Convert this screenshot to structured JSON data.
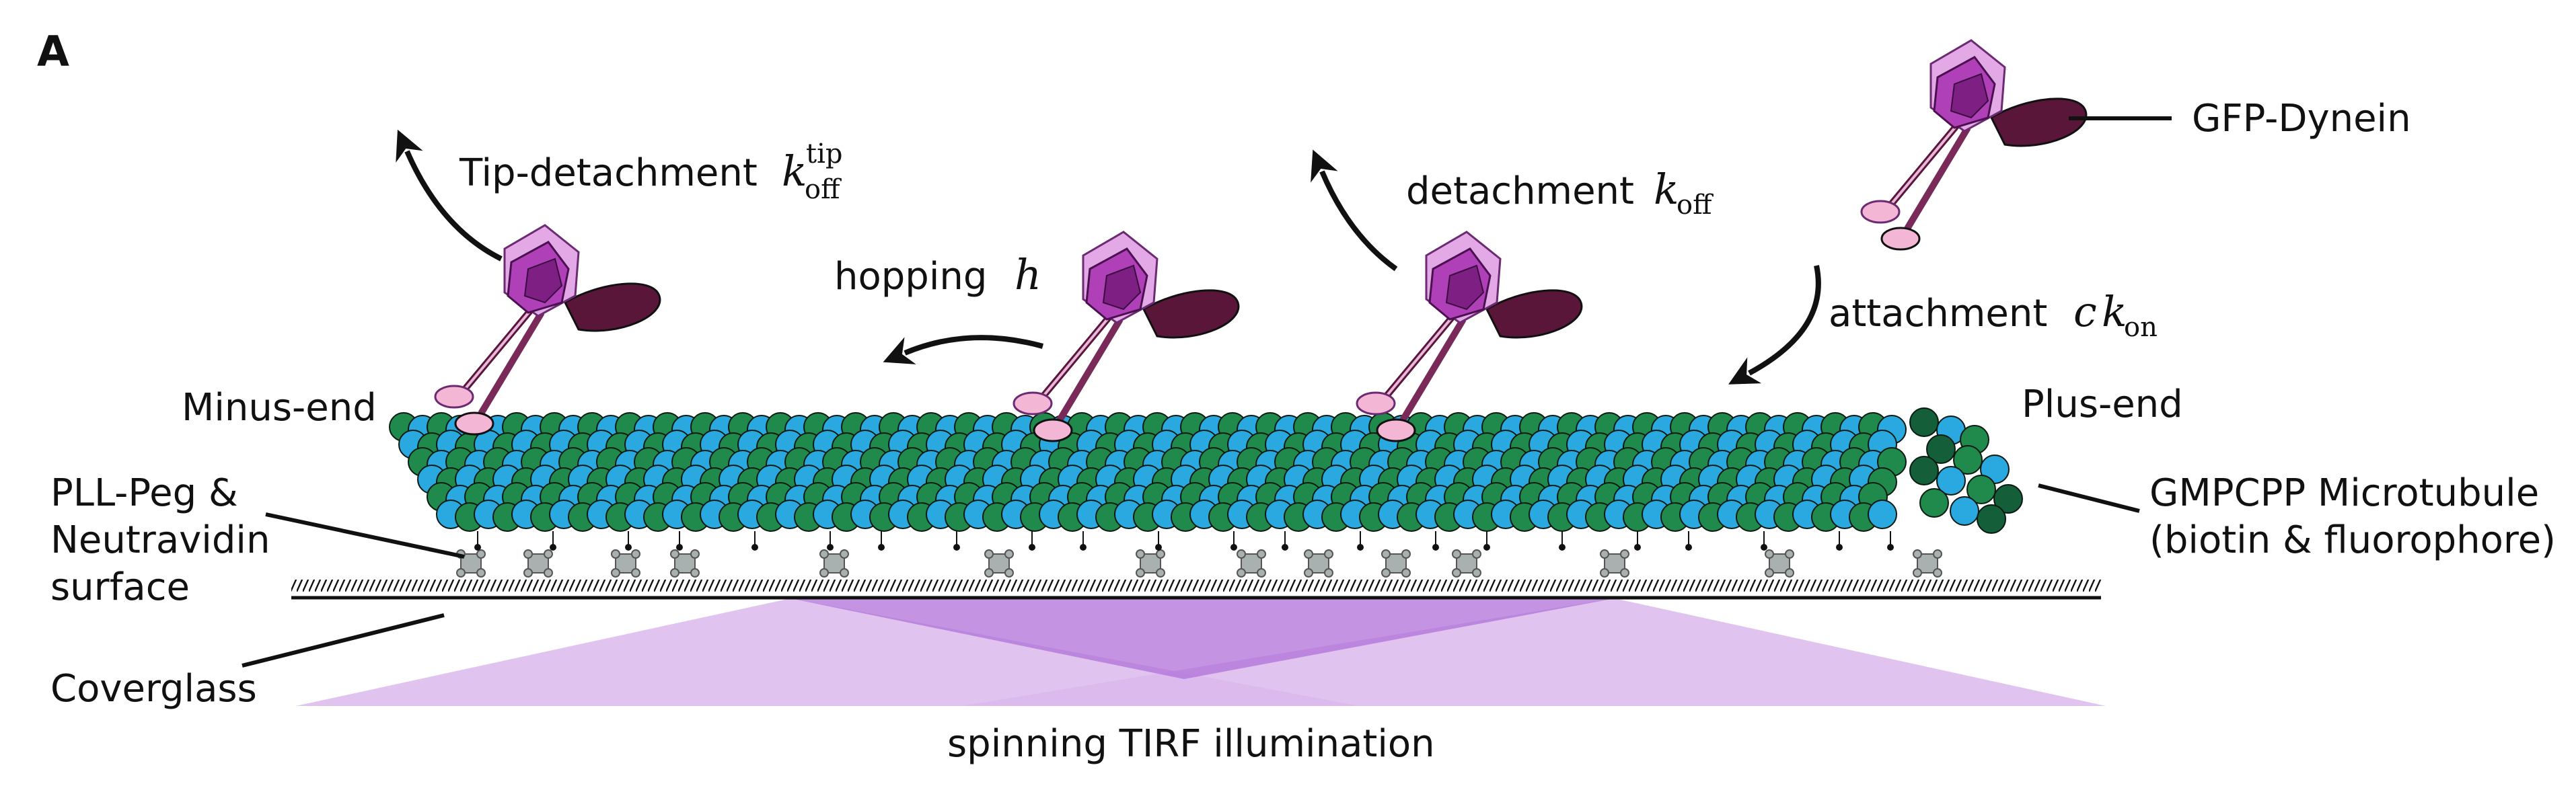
{
  "panel_label": "A",
  "labels": {
    "gfp_dynein": "GFP-Dynein",
    "tip_detachment": "Tip-detachment",
    "tip_detachment_rate_symbol": "k",
    "tip_detachment_rate_sub": "off",
    "tip_detachment_rate_sup": "tip",
    "detachment": "detachment",
    "detachment_rate_symbol": "k",
    "detachment_rate_sub": "off",
    "hopping": "hopping",
    "hopping_symbol": "h",
    "attachment": "attachment",
    "attachment_conc_symbol": "c",
    "attachment_rate_symbol": "k",
    "attachment_rate_sub": "on",
    "minus_end": "Minus-end",
    "plus_end": "Plus-end",
    "surface_line1": "PLL-Peg &",
    "surface_line2": "Neutravidin",
    "surface_line3": "surface",
    "microtubule_line1": "GMPCPP Microtubule",
    "microtubule_line2": "(biotin & fluorophore)",
    "coverglass": "Coverglass",
    "illumination": "spinning TIRF  illumination"
  },
  "colors": {
    "tubulin_green": "#1f8a4c",
    "tubulin_blue": "#29a9e0",
    "tubulin_dark_green": "#145f3a",
    "dynein_magenta": "#b040b8",
    "dynein_light": "#e3a8e6",
    "dynein_tail": "#5a1638",
    "dynein_foot": "#f3b6d4",
    "tirf_light": "#dab8ec",
    "tirf_dark": "#c080df",
    "neutravidin": "#a9b1b0",
    "text": "#111111"
  }
}
